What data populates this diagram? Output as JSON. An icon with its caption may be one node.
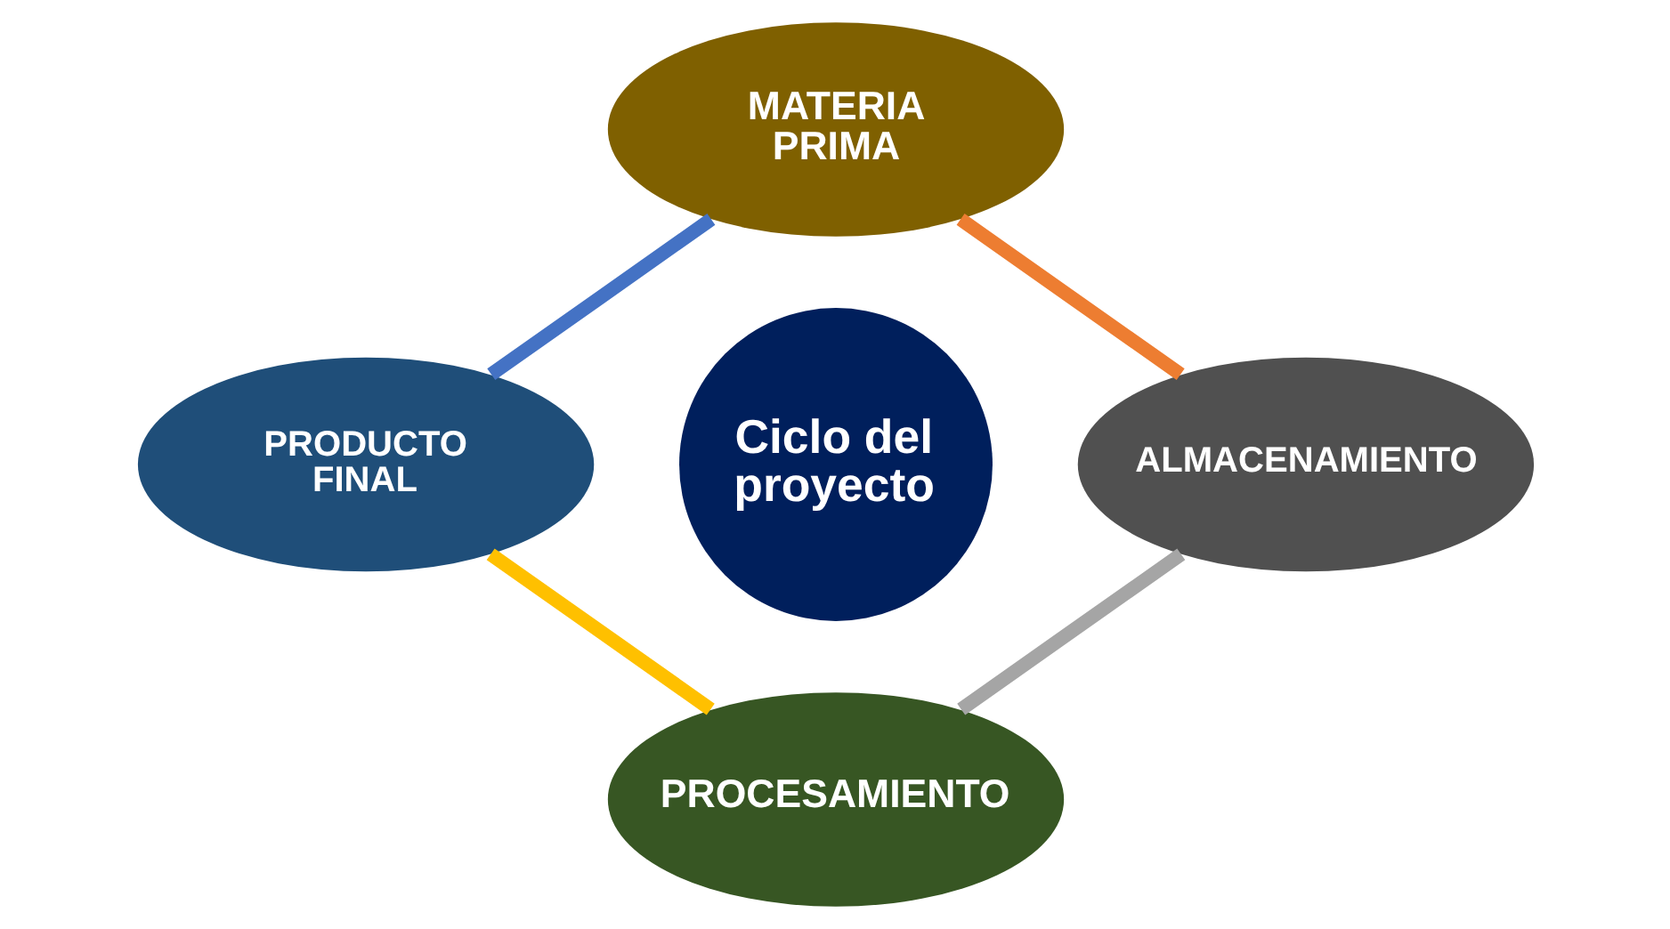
{
  "diagram": {
    "nodes": [
      {
        "text": [
          "Ciclo del proyecto"
        ]
      },
      {
        "text": [
          "MATERIA PRIMA"
        ]
      },
      {
        "text": [
          "ALMACENAMIENTO"
        ]
      },
      {
        "text": [
          "PROCESAMIENTO"
        ]
      },
      {
        "text": [
          "PRODUCTO FINAL"
        ]
      }
    ],
    "edges": [
      {
        "from": 1,
        "to": 2,
        "arrow": "none",
        "color": "#ed7d31"
      },
      {
        "from": 2,
        "to": 3,
        "arrow": "none",
        "color": "#a5a5a5"
      },
      {
        "from": 3,
        "to": 4,
        "arrow": "none",
        "color": "#ffc000"
      },
      {
        "from": 4,
        "to": 1,
        "arrow": "none",
        "color": "#4472c4"
      }
    ]
  }
}
